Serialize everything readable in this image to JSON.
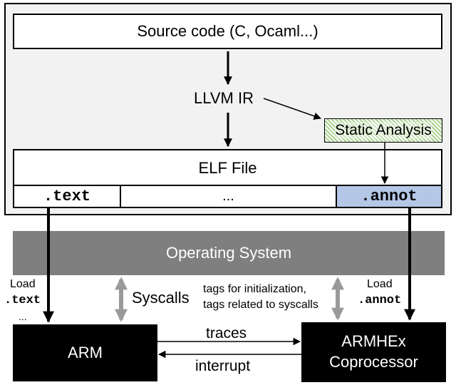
{
  "diagram": {
    "source_code": "Source code (C, Ocaml...)",
    "llvm_ir": "LLVM IR",
    "static_analysis": "Static Analysis",
    "elf_file": "ELF File",
    "sections": {
      "text": ".text",
      "ellipsis": "...",
      "annot": ".annot"
    },
    "operating_system": "Operating System",
    "load_left": {
      "load": "Load",
      "section": ".text",
      "more": "..."
    },
    "load_right": {
      "load": "Load",
      "section": ".annot"
    },
    "syscalls": "Syscalls",
    "tags_line1": "tags for initialization,",
    "tags_line2": "tags related to syscalls",
    "arm": "ARM",
    "coprocessor_line1": "ARMHEx",
    "coprocessor_line2": "Coprocessor",
    "traces": "traces",
    "interrupt": "interrupt",
    "colors": {
      "outer_panel": "#f2f2f2",
      "os_bar": "#7f7f7f",
      "annot_cell": "#b4c7e7",
      "static_analysis_hatch": "#a9d18e",
      "double_arrow": "#9a9a9a",
      "black_box": "#000000"
    }
  }
}
